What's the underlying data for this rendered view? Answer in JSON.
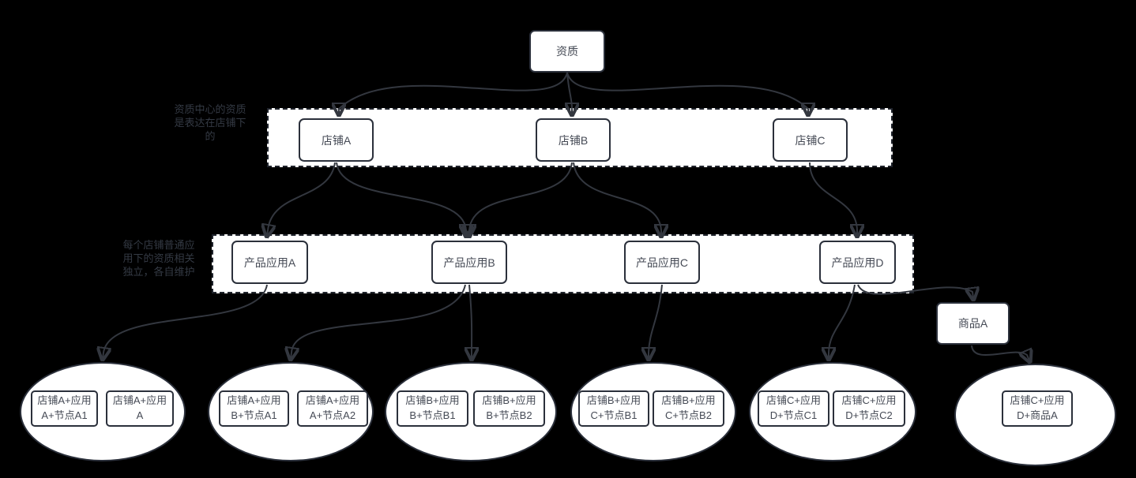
{
  "colors": {
    "background": "#000000",
    "node_fill": "#ffffff",
    "node_border": "#2b303b",
    "arrow": "#33373f",
    "node_text": "#454a55",
    "annotation_text": "#343a44"
  },
  "nodes": {
    "root": {
      "label": "资质"
    },
    "shops": [
      {
        "label": "店铺A"
      },
      {
        "label": "店铺B"
      },
      {
        "label": "店铺C"
      }
    ],
    "apps": [
      {
        "label": "产品应用A"
      },
      {
        "label": "产品应用B"
      },
      {
        "label": "产品应用C"
      },
      {
        "label": "产品应用D"
      }
    ],
    "product": {
      "label": "商品A"
    }
  },
  "annotations": [
    {
      "text": "资质中心的资质\n是表达在店铺下\n的"
    },
    {
      "text": "每个店铺普通应\n用下的资质相关\n独立，各自维护"
    }
  ],
  "ellipses": [
    {
      "items": [
        "店铺A+应用\nA+节点A1",
        "店铺A+应用\nA"
      ]
    },
    {
      "items": [
        "店铺A+应用\nB+节点A1",
        "店铺A+应用\nA+节点A2"
      ]
    },
    {
      "items": [
        "店铺B+应用\nB+节点B1",
        "店铺B+应用\nB+节点B2"
      ]
    },
    {
      "items": [
        "店铺B+应用\nC+节点B1",
        "店铺B+应用\nC+节点B2"
      ]
    },
    {
      "items": [
        "店铺C+应用\nD+节点C1",
        "店铺C+应用\nD+节点C2"
      ]
    },
    {
      "items": [
        "店铺C+应用\nD+商品A"
      ]
    }
  ]
}
